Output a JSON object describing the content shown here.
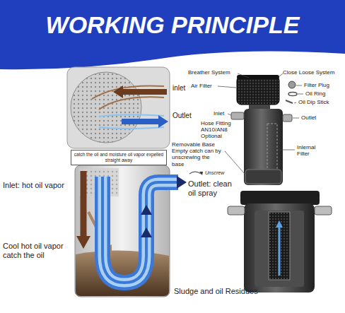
{
  "diagram": {
    "title": "WORKING PRINCIPLE",
    "nodes": [
      {
        "text": [
          "catch the oil and moisture oil vapor expelled straight away"
        ]
      }
    ],
    "labels": [
      "inlet",
      "Outlet",
      "Inlet: hot oil vapor",
      "Outlet: clean oil spray",
      "Cool hot oil vapor catch the oil",
      "Sludge and oil Residues",
      "Breather System",
      "Close Loose System",
      "Air Filter",
      "Filter Plug",
      "Oil Ring",
      "Oil Dip Stick",
      "Inlet",
      "Outlet",
      "Hose Fitting AN10/AN8 Optional",
      "Removable Base Empty catch can by unscrewing the base",
      "Unscrew",
      "Inlernal Filter"
    ]
  }
}
